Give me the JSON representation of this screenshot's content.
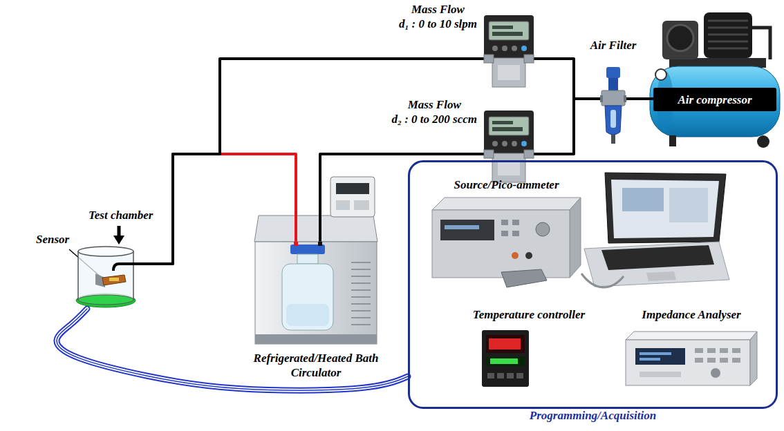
{
  "diagram": {
    "nodes": [
      {
        "text": [
          "Mass Flow",
          "d₁ : 0 to 10 slpm"
        ]
      },
      {
        "text": [
          "Mass Flow",
          "d₂ : 0 to 200 sccm"
        ]
      },
      {
        "text": [
          "Air Filter"
        ]
      },
      {
        "text": [
          "Air compressor"
        ]
      },
      {
        "text": [
          "Test chamber"
        ]
      },
      {
        "text": [
          "Refrigerated/Heated Bath Circulator"
        ]
      },
      {
        "text": [
          "Programming/Acquisition"
        ]
      },
      {
        "text": [
          "Source/Pico-ammeter"
        ],
        "in": 6
      },
      {
        "text": [
          "Temperature controller"
        ],
        "in": 6
      },
      {
        "text": [
          "Impedance Analyser"
        ],
        "in": 6
      }
    ],
    "edges": [
      {
        "from": 3,
        "to": 2,
        "arrow": "none"
      },
      {
        "from": 2,
        "to": 0,
        "arrow": "none"
      },
      {
        "from": 2,
        "to": 1,
        "arrow": "none"
      },
      {
        "from": 1,
        "to": 5,
        "arrow": "none"
      },
      {
        "from": 5,
        "to": 4,
        "arrow": "none"
      },
      {
        "from": 0,
        "to": 4,
        "arrow": "none"
      },
      {
        "from": 4,
        "to": 6,
        "arrow": "none"
      }
    ],
    "labels": [
      "Sensor"
    ]
  }
}
